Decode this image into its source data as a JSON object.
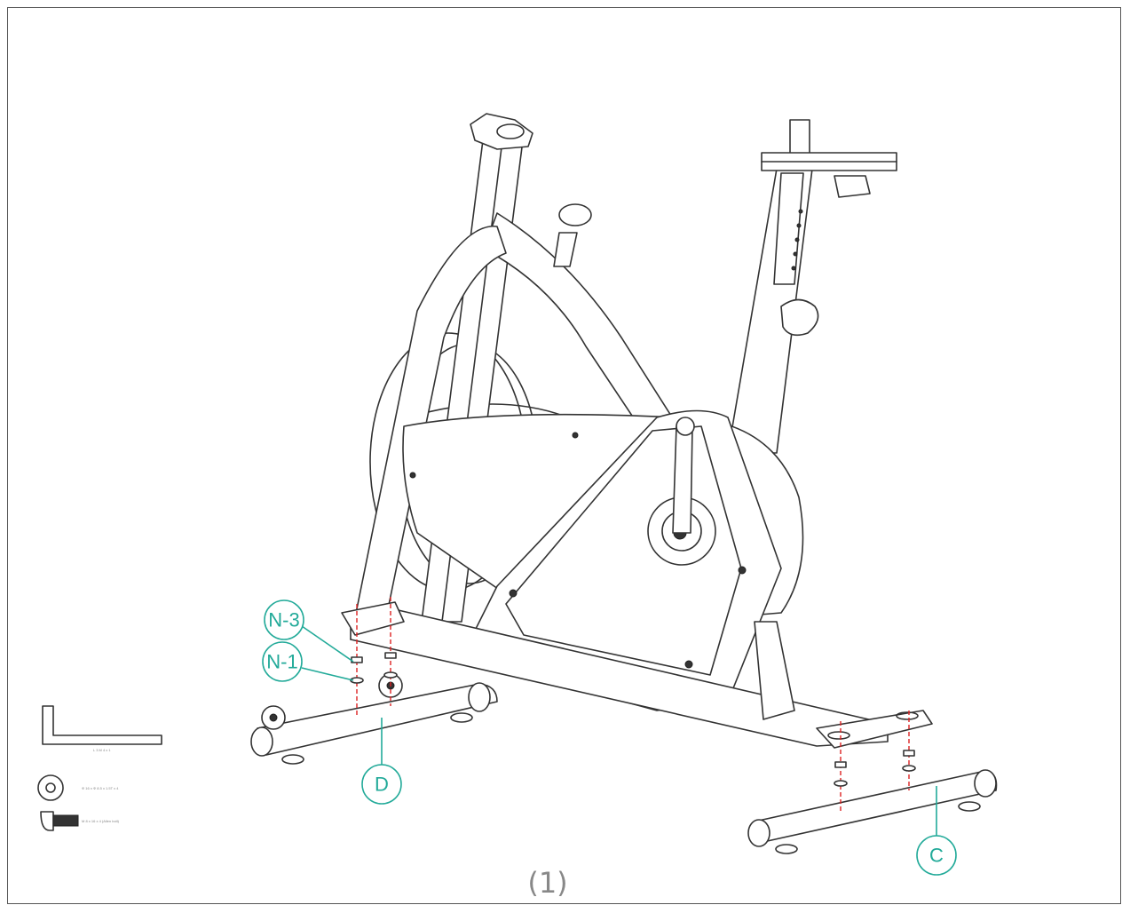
{
  "callouts": {
    "n3": "N-3",
    "n1": "N-1",
    "d": "D",
    "c": "C"
  },
  "page_number": "(1)",
  "parts": {
    "allen_key_spec": "L 3 M 4 x 1",
    "washer_spec": "Φ 16 x Φ 8.5 x 1.5T  x 4",
    "bolt_spec": "M 8 x 16 x 4 (Allen bolt)"
  }
}
